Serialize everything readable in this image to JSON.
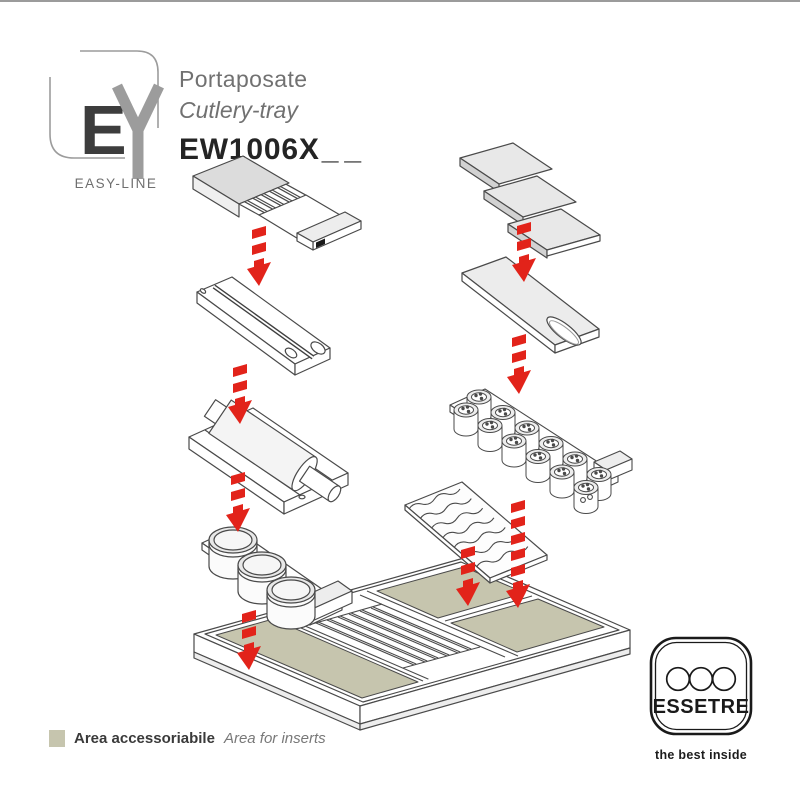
{
  "page": {
    "top_border_color": "#9b9b9b",
    "background": "#ffffff"
  },
  "brand": {
    "logo_text_e": "E",
    "logo_text_y": "y",
    "logo_sub": "EASY-LINE",
    "logo_e_color": "#3d3d3d",
    "logo_y_color": "#9c9c9c"
  },
  "product": {
    "title_it": "Portaposate",
    "title_en": "Cutlery-tray",
    "code": "EW1006X__",
    "code_base": "EW1006X",
    "code_suffix": "__"
  },
  "diagram": {
    "accent_color": "#e2231a",
    "insert_area_color": "#c6c5ae",
    "line_color": "#4a4a4a",
    "parts_left": [
      "knife-block-insert",
      "grooved-board-insert",
      "film-roll-holder",
      "round-containers-rack"
    ],
    "parts_right": [
      "wave-shelf-insert",
      "board-insert-with-handle",
      "spice-jars-rack",
      "knife-slot-insert"
    ],
    "base": "cutlery-tray-base"
  },
  "legend": {
    "swatch_color": "#c6c5ae",
    "label_it": "Area accessoriabile",
    "label_en": "Area for inserts"
  },
  "footer_logo": {
    "name": "ESSETRE",
    "tagline": "the best inside"
  }
}
